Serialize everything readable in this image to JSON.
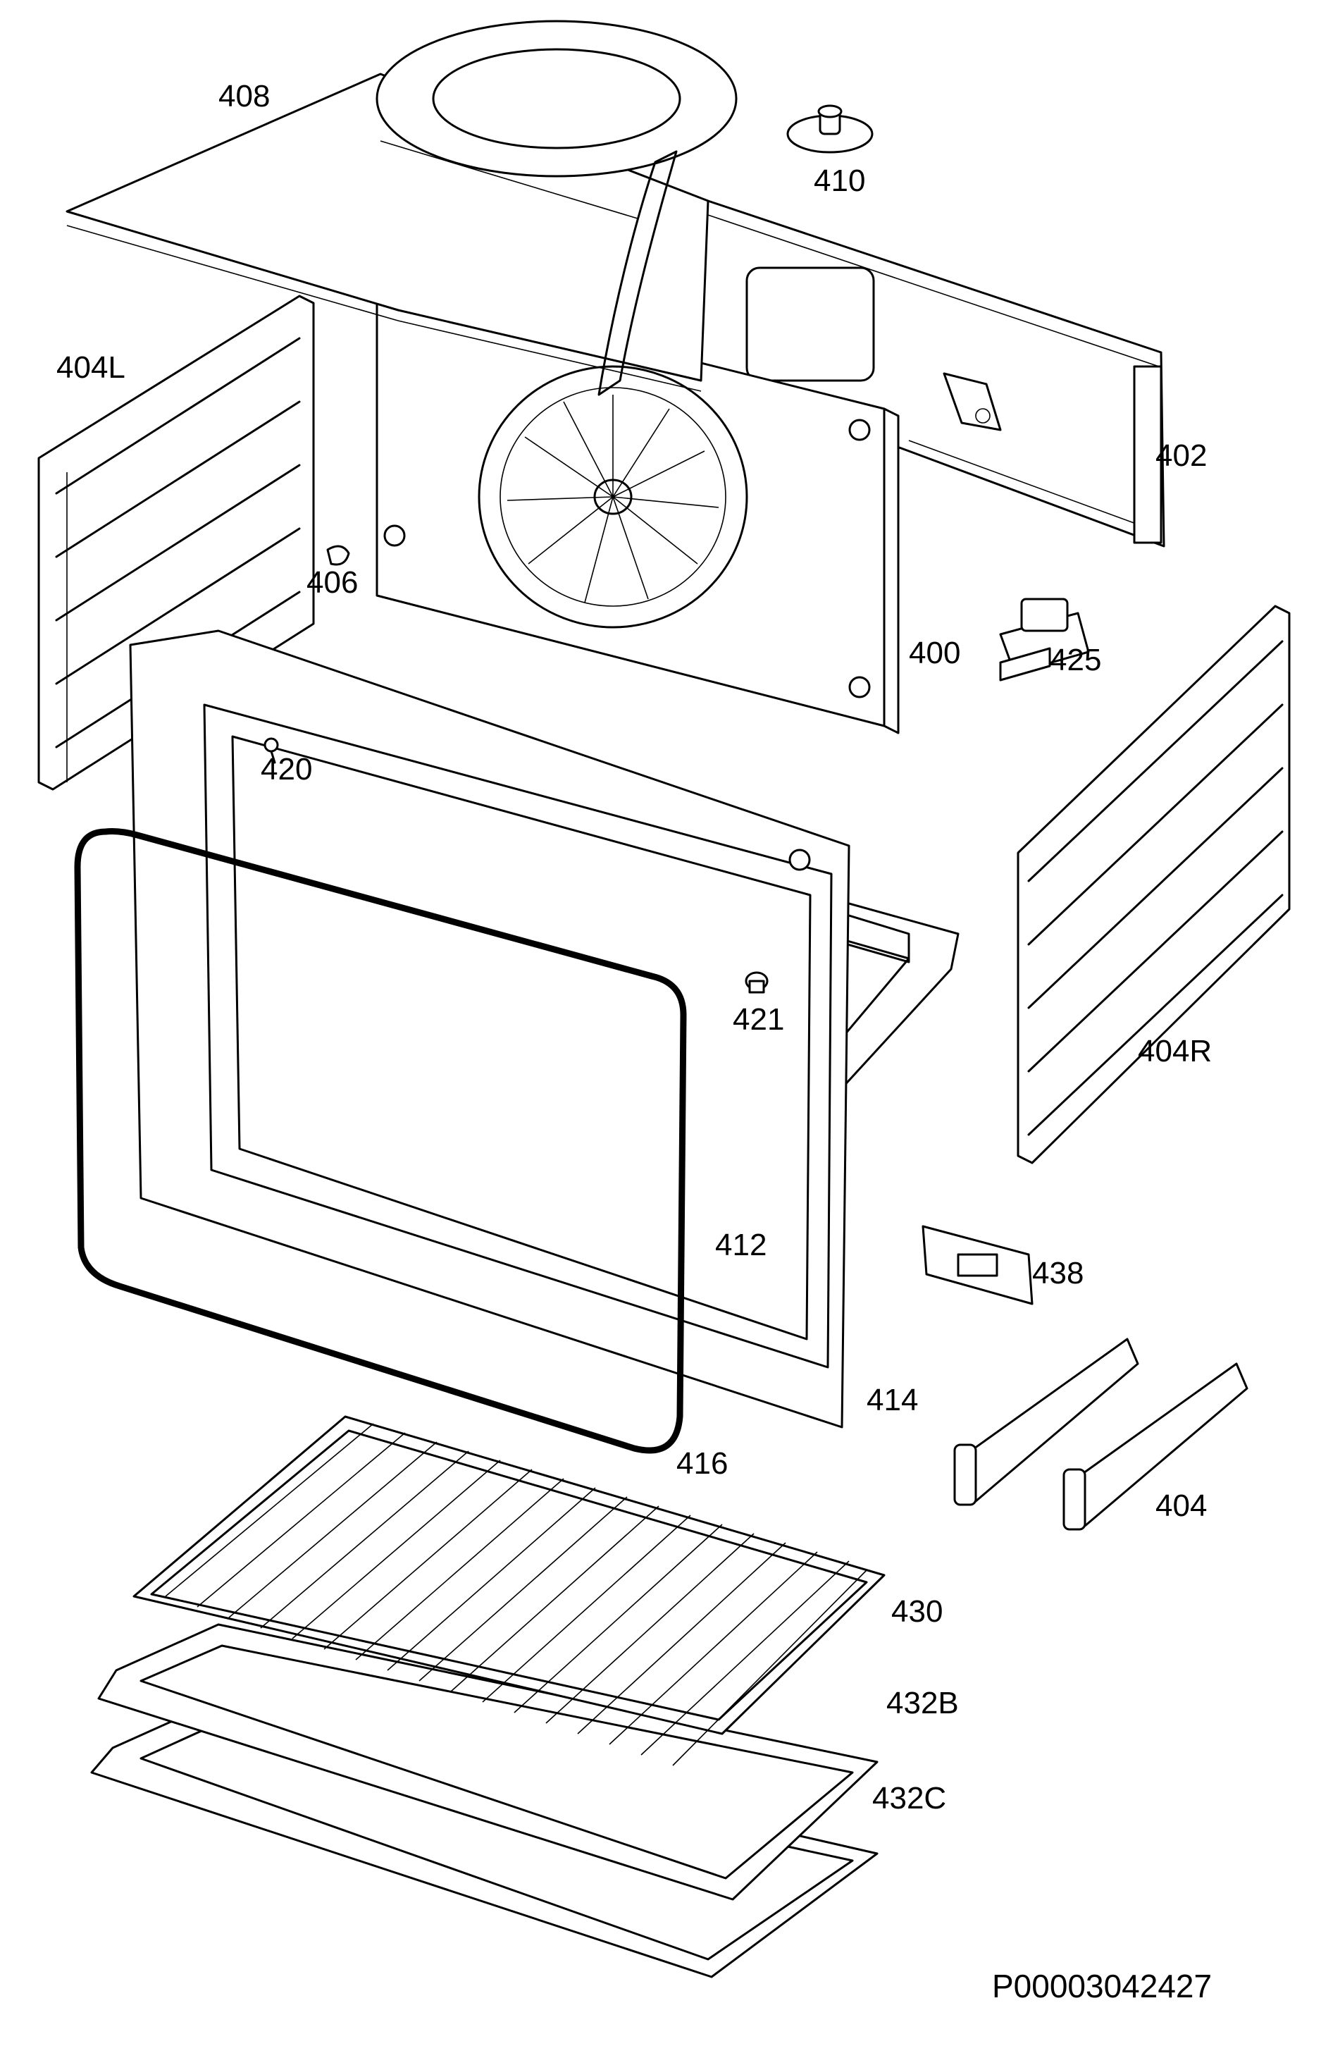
{
  "parts": [
    {
      "id": "p408",
      "number": "408"
    },
    {
      "id": "p410",
      "number": "410"
    },
    {
      "id": "p404L",
      "number": "404L"
    },
    {
      "id": "p402",
      "number": "402"
    },
    {
      "id": "p406",
      "number": "406"
    },
    {
      "id": "p400",
      "number": "400"
    },
    {
      "id": "p425",
      "number": "425"
    },
    {
      "id": "p420",
      "number": "420"
    },
    {
      "id": "p421",
      "number": "421"
    },
    {
      "id": "p404R",
      "number": "404R"
    },
    {
      "id": "p412",
      "number": "412"
    },
    {
      "id": "p438",
      "number": "438"
    },
    {
      "id": "p414",
      "number": "414"
    },
    {
      "id": "p416",
      "number": "416"
    },
    {
      "id": "p404",
      "number": "404"
    },
    {
      "id": "p430",
      "number": "430"
    },
    {
      "id": "p432B",
      "number": "432B"
    },
    {
      "id": "p432C",
      "number": "432C"
    }
  ],
  "document_id": "P00003042427"
}
